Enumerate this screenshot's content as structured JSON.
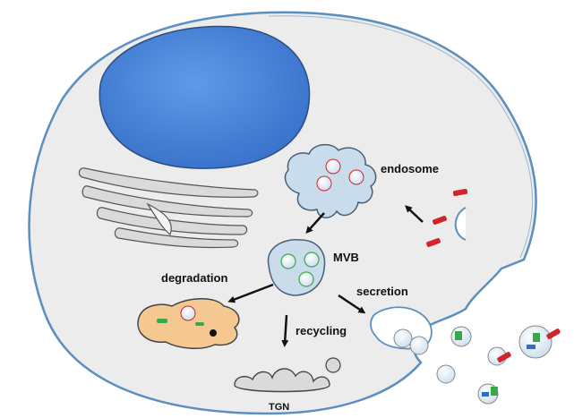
{
  "labels": {
    "endosome": "endosome",
    "mvb": "MVB",
    "degradation": "degradation",
    "secretion": "secretion",
    "recycling": "recycling",
    "tgn": "TGN"
  },
  "colors": {
    "nucleus": "#4a86de",
    "cytoplasm": "#ececec",
    "membrane": "#5a8fc0",
    "endosome": "#c9dcec",
    "lysosome": "#f6c891",
    "receptor": "#d3242b",
    "cargo_green": "#3aa84a"
  }
}
